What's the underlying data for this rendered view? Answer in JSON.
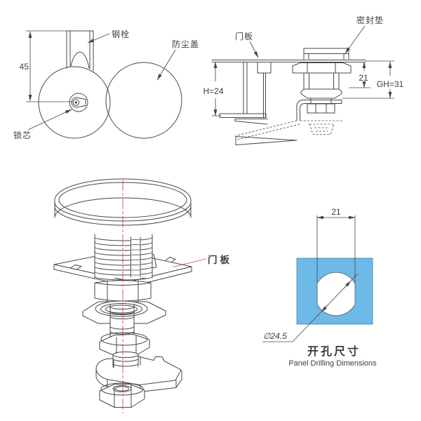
{
  "front_view": {
    "dim_height": "45",
    "label_steel_bolt": "钢栓",
    "label_dust_cover": "防尘盖",
    "label_lock_core": "锁芯"
  },
  "side_view": {
    "label_door_panel": "门板",
    "label_seal_gasket": "密封垫",
    "dim_install_height": "H=24",
    "dim_grip": "21",
    "dim_grip_total": "GH=31"
  },
  "exploded_view": {
    "label_door_panel": "门板"
  },
  "drilling_view": {
    "dim_hole_width": "21",
    "dim_hole_diameter": "∅24.5",
    "title_cn": "开孔尺寸",
    "title_en": "Panel Drilling Dimensions"
  },
  "colors": {
    "line": "#474747",
    "accent_red": "#c2332e",
    "panel_blue": "#6db9e8",
    "panel_blue_border": "#4c7f9e"
  }
}
